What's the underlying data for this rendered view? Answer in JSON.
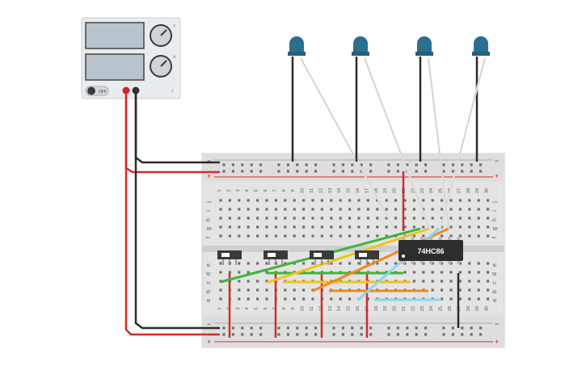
{
  "power_supply": {
    "switch_label": "OFF",
    "brand_text": "",
    "voltage_unit": "V",
    "current_unit": "A"
  },
  "chip": {
    "label": "74HC86"
  },
  "breadboard": {
    "column_numbers": [
      "1",
      "2",
      "3",
      "4",
      "5",
      "6",
      "7",
      "8",
      "9",
      "10",
      "11",
      "12",
      "13",
      "14",
      "15",
      "16",
      "17",
      "18",
      "19",
      "20",
      "21",
      "22",
      "23",
      "24",
      "25",
      "26",
      "27",
      "28",
      "29",
      "30"
    ],
    "row_letters_top": [
      "j",
      "i",
      "h",
      "g",
      "f"
    ],
    "row_letters_bottom": [
      "e",
      "d",
      "c",
      "b",
      "a"
    ],
    "rail_minus": "−",
    "rail_plus": "+"
  },
  "leds": [
    {
      "name": "led-1",
      "color": "#2a6f8f"
    },
    {
      "name": "led-2",
      "color": "#2a6f8f"
    },
    {
      "name": "led-3",
      "color": "#2a6f8f"
    },
    {
      "name": "led-4",
      "color": "#2a6f8f"
    }
  ],
  "switches": [
    {
      "name": "slide-switch-1"
    },
    {
      "name": "slide-switch-2"
    },
    {
      "name": "slide-switch-3"
    },
    {
      "name": "slide-switch-4"
    }
  ],
  "colors": {
    "red_wire": "#d42a2a",
    "black_wire": "#2b2b2b",
    "green_wire": "#3db53d",
    "yellow_wire": "#f0c419",
    "orange_wire": "#f08a1c",
    "blue_wire": "#8ad6ea",
    "white_wire": "#e6e6e6"
  }
}
